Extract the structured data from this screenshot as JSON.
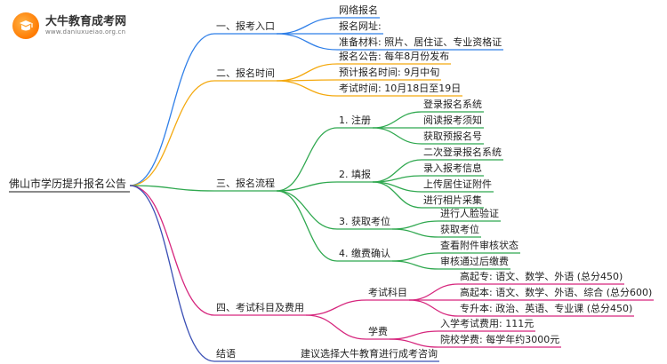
{
  "logo": {
    "name": "大牛教育成考网",
    "url": "www.daniuxueiao.org.cn"
  },
  "root": "佛山市学历提升报名公告",
  "colors": {
    "blue": "#2f7fe8",
    "orange": "#f4a90f",
    "green": "#2fa84f",
    "magenta": "#d6267d",
    "navy": "#3a4fb5"
  },
  "branches": {
    "b1": {
      "label": "一、报考入口",
      "items": [
        "网络报名",
        "报名网址:",
        "准备材料: 照片、居住证、专业资格证"
      ]
    },
    "b2": {
      "label": "二、报名时间",
      "items": [
        "报名公告: 每年8月份发布",
        "预计报名时间: 9月中旬",
        "考试时间: 10月18日至19日"
      ]
    },
    "b3": {
      "label": "三、报名流程",
      "steps": [
        {
          "label": "1. 注册",
          "items": [
            "登录报名系统",
            "阅读报考须知",
            "获取预报名号"
          ]
        },
        {
          "label": "2. 填报",
          "items": [
            "二次登录报名系统",
            "录入报考信息",
            "上传居住证附件",
            "进行相片采集"
          ]
        },
        {
          "label": "3. 获取考位",
          "items": [
            "进行人脸验证",
            "获取考位"
          ]
        },
        {
          "label": "4. 缴费确认",
          "items": [
            "查看附件审核状态",
            "审核通过后缴费"
          ]
        }
      ]
    },
    "b4": {
      "label": "四、考试科目及费用",
      "subjects": {
        "label": "考试科目",
        "items": [
          "高起专: 语文、数学、外语 (总分450)",
          "高起本: 语文、数学、外语、综合 (总分600)",
          "专升本: 政治、英语、专业课 (总分450)"
        ]
      },
      "fees": {
        "label": "学费",
        "items": [
          "入学考试费用: 111元",
          "院校学费: 每学年约3000元"
        ]
      }
    },
    "b5": {
      "label": "结语",
      "text": "建议选择大牛教育进行成考咨询"
    }
  }
}
